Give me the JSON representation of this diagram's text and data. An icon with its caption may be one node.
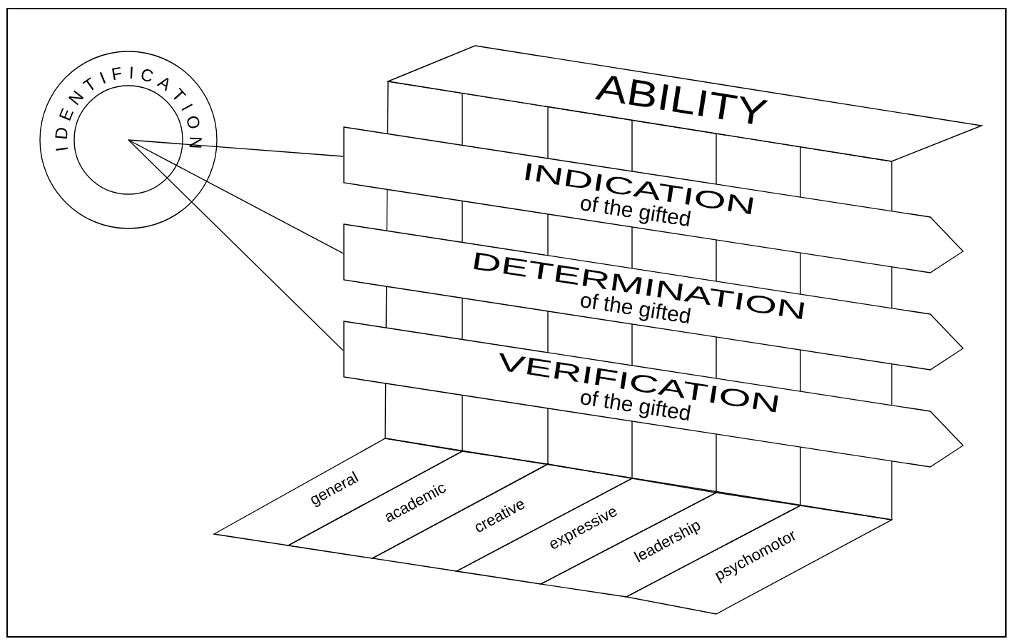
{
  "diagram": {
    "nodes": [
      {
        "text": [
          "IDENTIFICATION"
        ]
      },
      {
        "text": [
          "ABILITY"
        ]
      },
      {
        "text": [
          "INDICATION",
          "of the gifted"
        ]
      },
      {
        "text": [
          "DETERMINATION",
          "of the gifted"
        ]
      },
      {
        "text": [
          "VERIFICATION",
          "of the gifted"
        ]
      },
      {
        "text": [
          "general"
        ]
      },
      {
        "text": [
          "academic"
        ]
      },
      {
        "text": [
          "creative"
        ]
      },
      {
        "text": [
          "expressive"
        ]
      },
      {
        "text": [
          "leadership"
        ]
      },
      {
        "text": [
          "psychomotor"
        ]
      }
    ],
    "edges": [
      {
        "from": 0,
        "to": 2,
        "arrow": "none"
      },
      {
        "from": 0,
        "to": 3,
        "arrow": "none"
      },
      {
        "from": 0,
        "to": 4,
        "arrow": "none"
      }
    ]
  }
}
